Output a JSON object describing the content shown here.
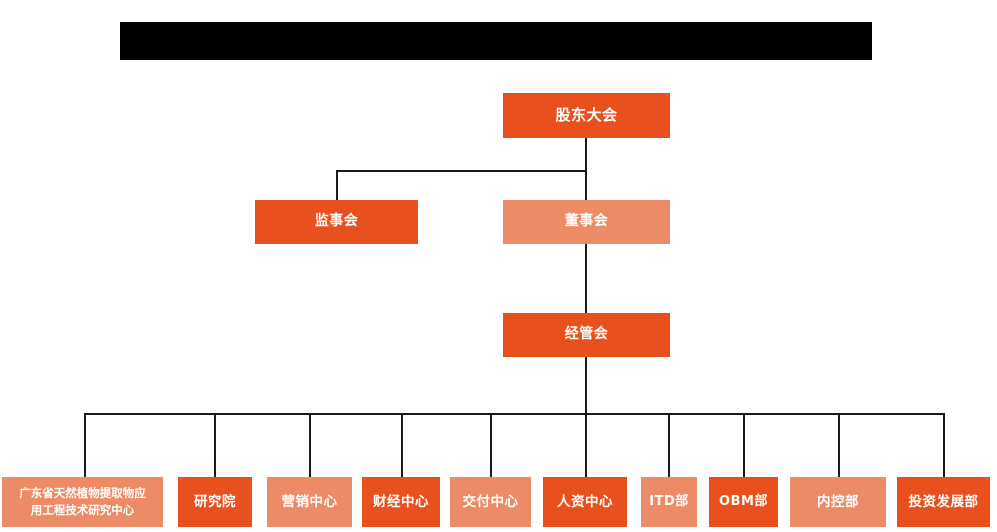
{
  "diagram": {
    "type": "org-chart",
    "title_bar": {
      "name": "redacted-title-bar",
      "text": "",
      "color": "#000000",
      "note": "solid black redaction rectangle, no visible text"
    },
    "colors": {
      "dark_orange": "#E8511D",
      "light_orange": "#ED8B66",
      "connector": "#1a1a1a",
      "background": "#FFFFFF",
      "text": "#FFFFFF"
    },
    "levels": [
      {
        "level": 1,
        "nodes": [
          {
            "id": "shareholders-meeting",
            "label": "股东大会",
            "shade": "dark"
          }
        ]
      },
      {
        "level": 2,
        "nodes": [
          {
            "id": "board-of-supervisors",
            "label": "监事会",
            "shade": "dark"
          },
          {
            "id": "board-of-directors",
            "label": "董事会",
            "shade": "light"
          }
        ]
      },
      {
        "level": 3,
        "nodes": [
          {
            "id": "management-committee",
            "label": "经管会",
            "shade": "dark"
          }
        ]
      },
      {
        "level": 4,
        "nodes": [
          {
            "id": "engineering-research-center",
            "label": "广东省天然植物提取物应\n用工程技术研究中心",
            "line1": "广东省天然植物提取物应",
            "line2": "用工程技术研究中心",
            "shade": "light"
          },
          {
            "id": "research-institute",
            "label": "研究院",
            "shade": "dark"
          },
          {
            "id": "marketing-center",
            "label": "营销中心",
            "shade": "light"
          },
          {
            "id": "finance-center",
            "label": "财经中心",
            "shade": "dark"
          },
          {
            "id": "delivery-center",
            "label": "交付中心",
            "shade": "light"
          },
          {
            "id": "hr-center",
            "label": "人资中心",
            "shade": "dark"
          },
          {
            "id": "itd-department",
            "label": "ITD部",
            "shade": "light"
          },
          {
            "id": "obm-department",
            "label": "OBM部",
            "shade": "dark"
          },
          {
            "id": "internal-control-department",
            "label": "内控部",
            "shade": "light"
          },
          {
            "id": "investment-development-department",
            "label": "投资发展部",
            "shade": "dark"
          }
        ]
      }
    ]
  }
}
